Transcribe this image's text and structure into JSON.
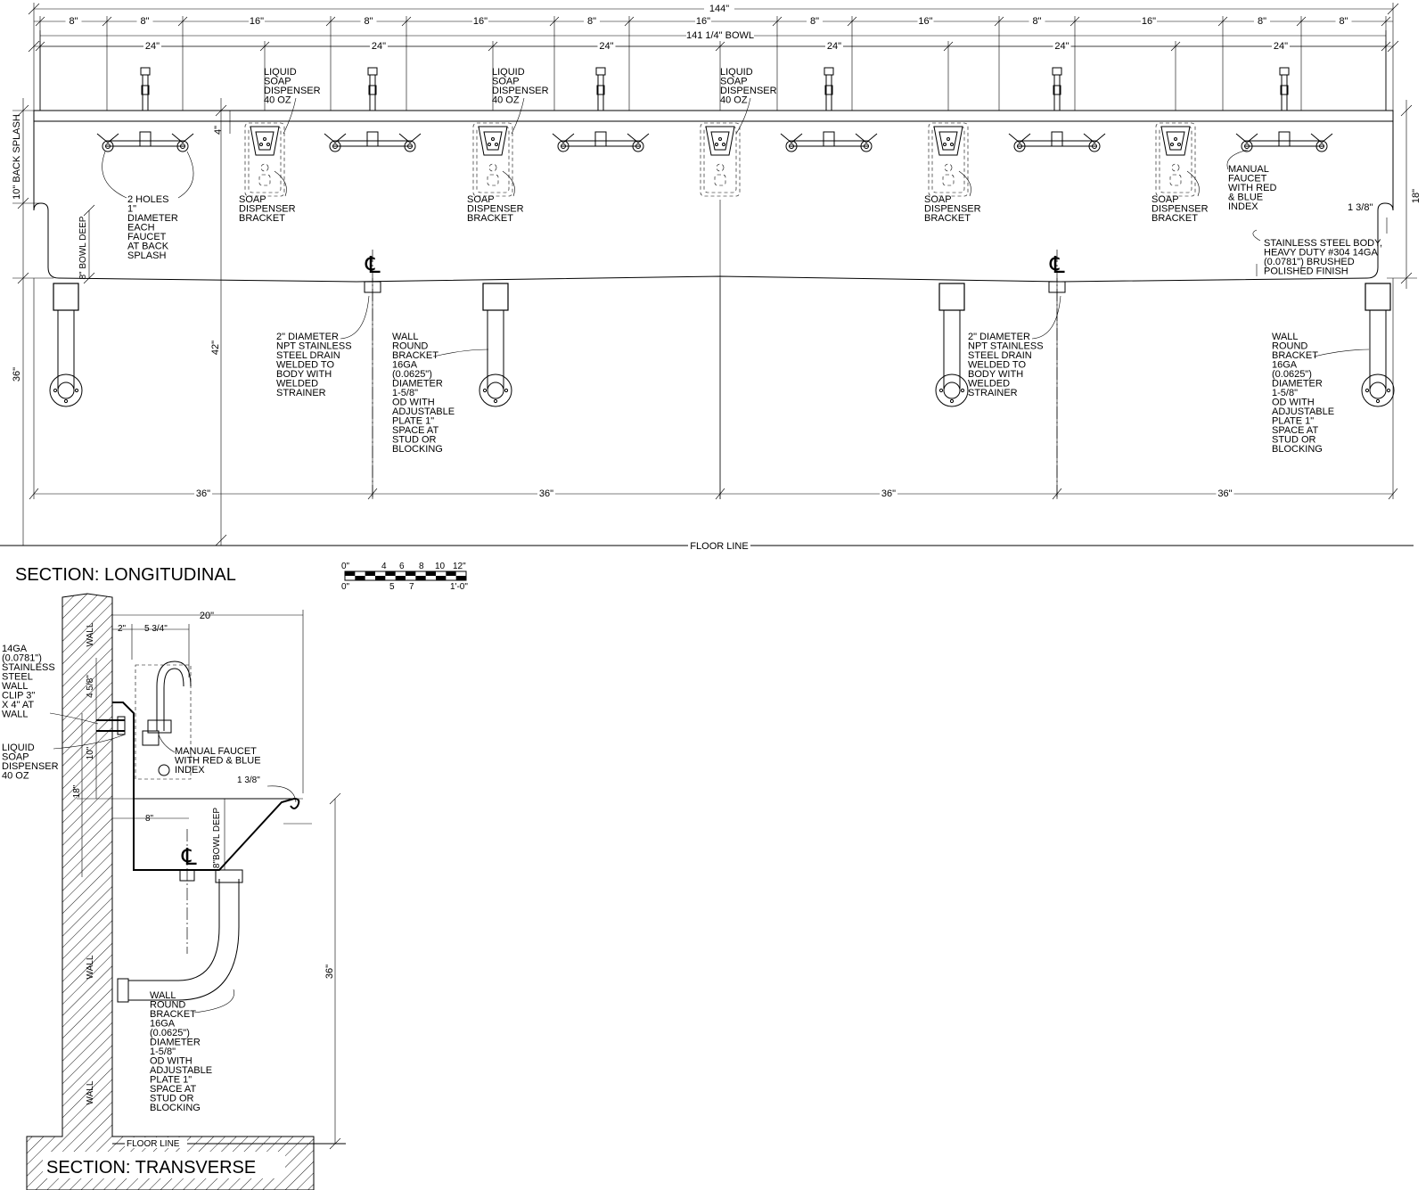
{
  "section_longitudinal": {
    "title": "SECTION: LONGITUDINAL",
    "overall_width": "144\"",
    "bowl_width": "141 1/4\" BOWL",
    "dim_chain": [
      "8\"",
      "8\"",
      "16\"",
      "8\"",
      "16\"",
      "8\"",
      "16\"",
      "8\"",
      "16\"",
      "8\"",
      "16\"",
      "8\"",
      "8\""
    ],
    "station_dims": [
      "24\"",
      "24\"",
      "24\"",
      "24\"",
      "24\"",
      "24\""
    ],
    "bottom_dims": [
      "36\"",
      "36\"",
      "36\"",
      "36\""
    ],
    "back_splash": "10\" BACK SPLASH",
    "splash_offset": "4\"",
    "bowl_deep": "8\" BOWL DEEP",
    "height_42": "42\"",
    "height_36": "36\"",
    "height_18": "18\"",
    "rim": "1 3/8\"",
    "floor_line": "FLOOR LINE",
    "notes": {
      "soap_dispenser": "LIQUID SOAP DISPENSER 40 OZ",
      "soap_bracket": "SOAP DISPENSER BRACKET",
      "holes": "2 HOLES 1\" DIAMETER EACH FAUCET AT BACK SPLASH",
      "manual_faucet": "MANUAL FAUCET WITH RED & BLUE INDEX",
      "body": "STAINLESS STEEL BODY, HEAVY DUTY #304 14GA (0.0781\") BRUSHED POLISHED FINISH",
      "drain": "2\" DIAMETER NPT STAINLESS STEEL DRAIN WELDED TO BODY WITH WELDED STRAINER",
      "wall_bracket": "WALL ROUND BRACKET 16GA (0.0625\") DIAMETER 1-5/8\" OD WITH ADJUSTABLE PLATE 1\" SPACE AT STUD OR BLOCKING"
    }
  },
  "scale_bar": {
    "top_labels": [
      "0\"",
      "4",
      "6",
      "8",
      "10",
      "12\""
    ],
    "bottom_labels": [
      "0\"",
      "5",
      "7",
      "1'-0\""
    ]
  },
  "section_transverse": {
    "title": "SECTION: TRANSVERSE",
    "depth": "20\"",
    "offset_2": "2\"",
    "offset_534": "5 3/4\"",
    "dim_458": "4 5/8\"",
    "dim_10": "10\"",
    "dim_18": "18\"",
    "dim_8": "8\"",
    "bowl_deep": "8\"BOWL DEEP",
    "rim": "1 3/8\"",
    "height_36": "36\"",
    "wall": "WALL",
    "floor_line": "FLOOR LINE",
    "wall_clip": "14GA (0.0781\") STAINLESS STEEL WALL CLIP 3\" X 4\" AT WALL",
    "soap": "LIQUID SOAP DISPENSER 40 OZ",
    "faucet": "MANUAL FAUCET WITH RED & BLUE INDEX",
    "bracket": "WALL ROUND BRACKET 16GA (0.0625\") DIAMETER 1-5/8\" OD WITH ADJUSTABLE PLATE 1\" SPACE AT STUD OR BLOCKING"
  }
}
